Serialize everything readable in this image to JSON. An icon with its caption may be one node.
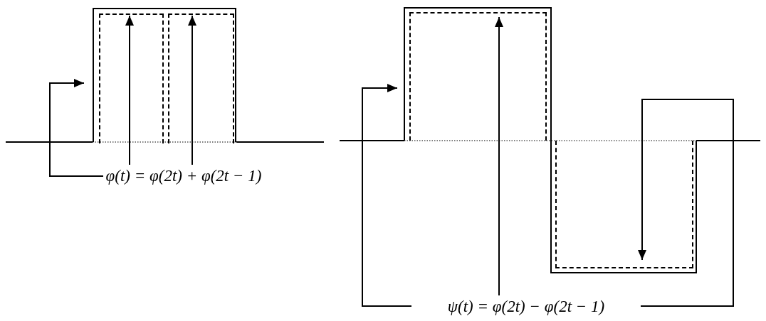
{
  "diagram": {
    "nodes": [
      {
        "text": [
          "φ(t) = φ(2t) + φ(2t − 1)"
        ]
      },
      {
        "text": [],
        "shape": "box"
      },
      {
        "text": [],
        "shape": "box",
        "in": 1
      },
      {
        "text": [],
        "shape": "box",
        "in": 1
      },
      {
        "text": [
          "ψ(t) = φ(2t) − φ(2t − 1)"
        ]
      },
      {
        "text": [],
        "shape": "wave"
      },
      {
        "text": [],
        "shape": "box",
        "in": 5
      },
      {
        "text": [],
        "shape": "box",
        "in": 5
      }
    ],
    "edges": [
      {
        "from": 0,
        "to": 1,
        "arrow": "to"
      },
      {
        "from": 0,
        "to": 2,
        "arrow": "to"
      },
      {
        "from": 0,
        "to": 3,
        "arrow": "to"
      },
      {
        "from": 4,
        "to": 5,
        "arrow": "to"
      },
      {
        "from": 4,
        "to": 6,
        "arrow": "to"
      },
      {
        "from": 4,
        "to": 7,
        "arrow": "to"
      }
    ]
  }
}
